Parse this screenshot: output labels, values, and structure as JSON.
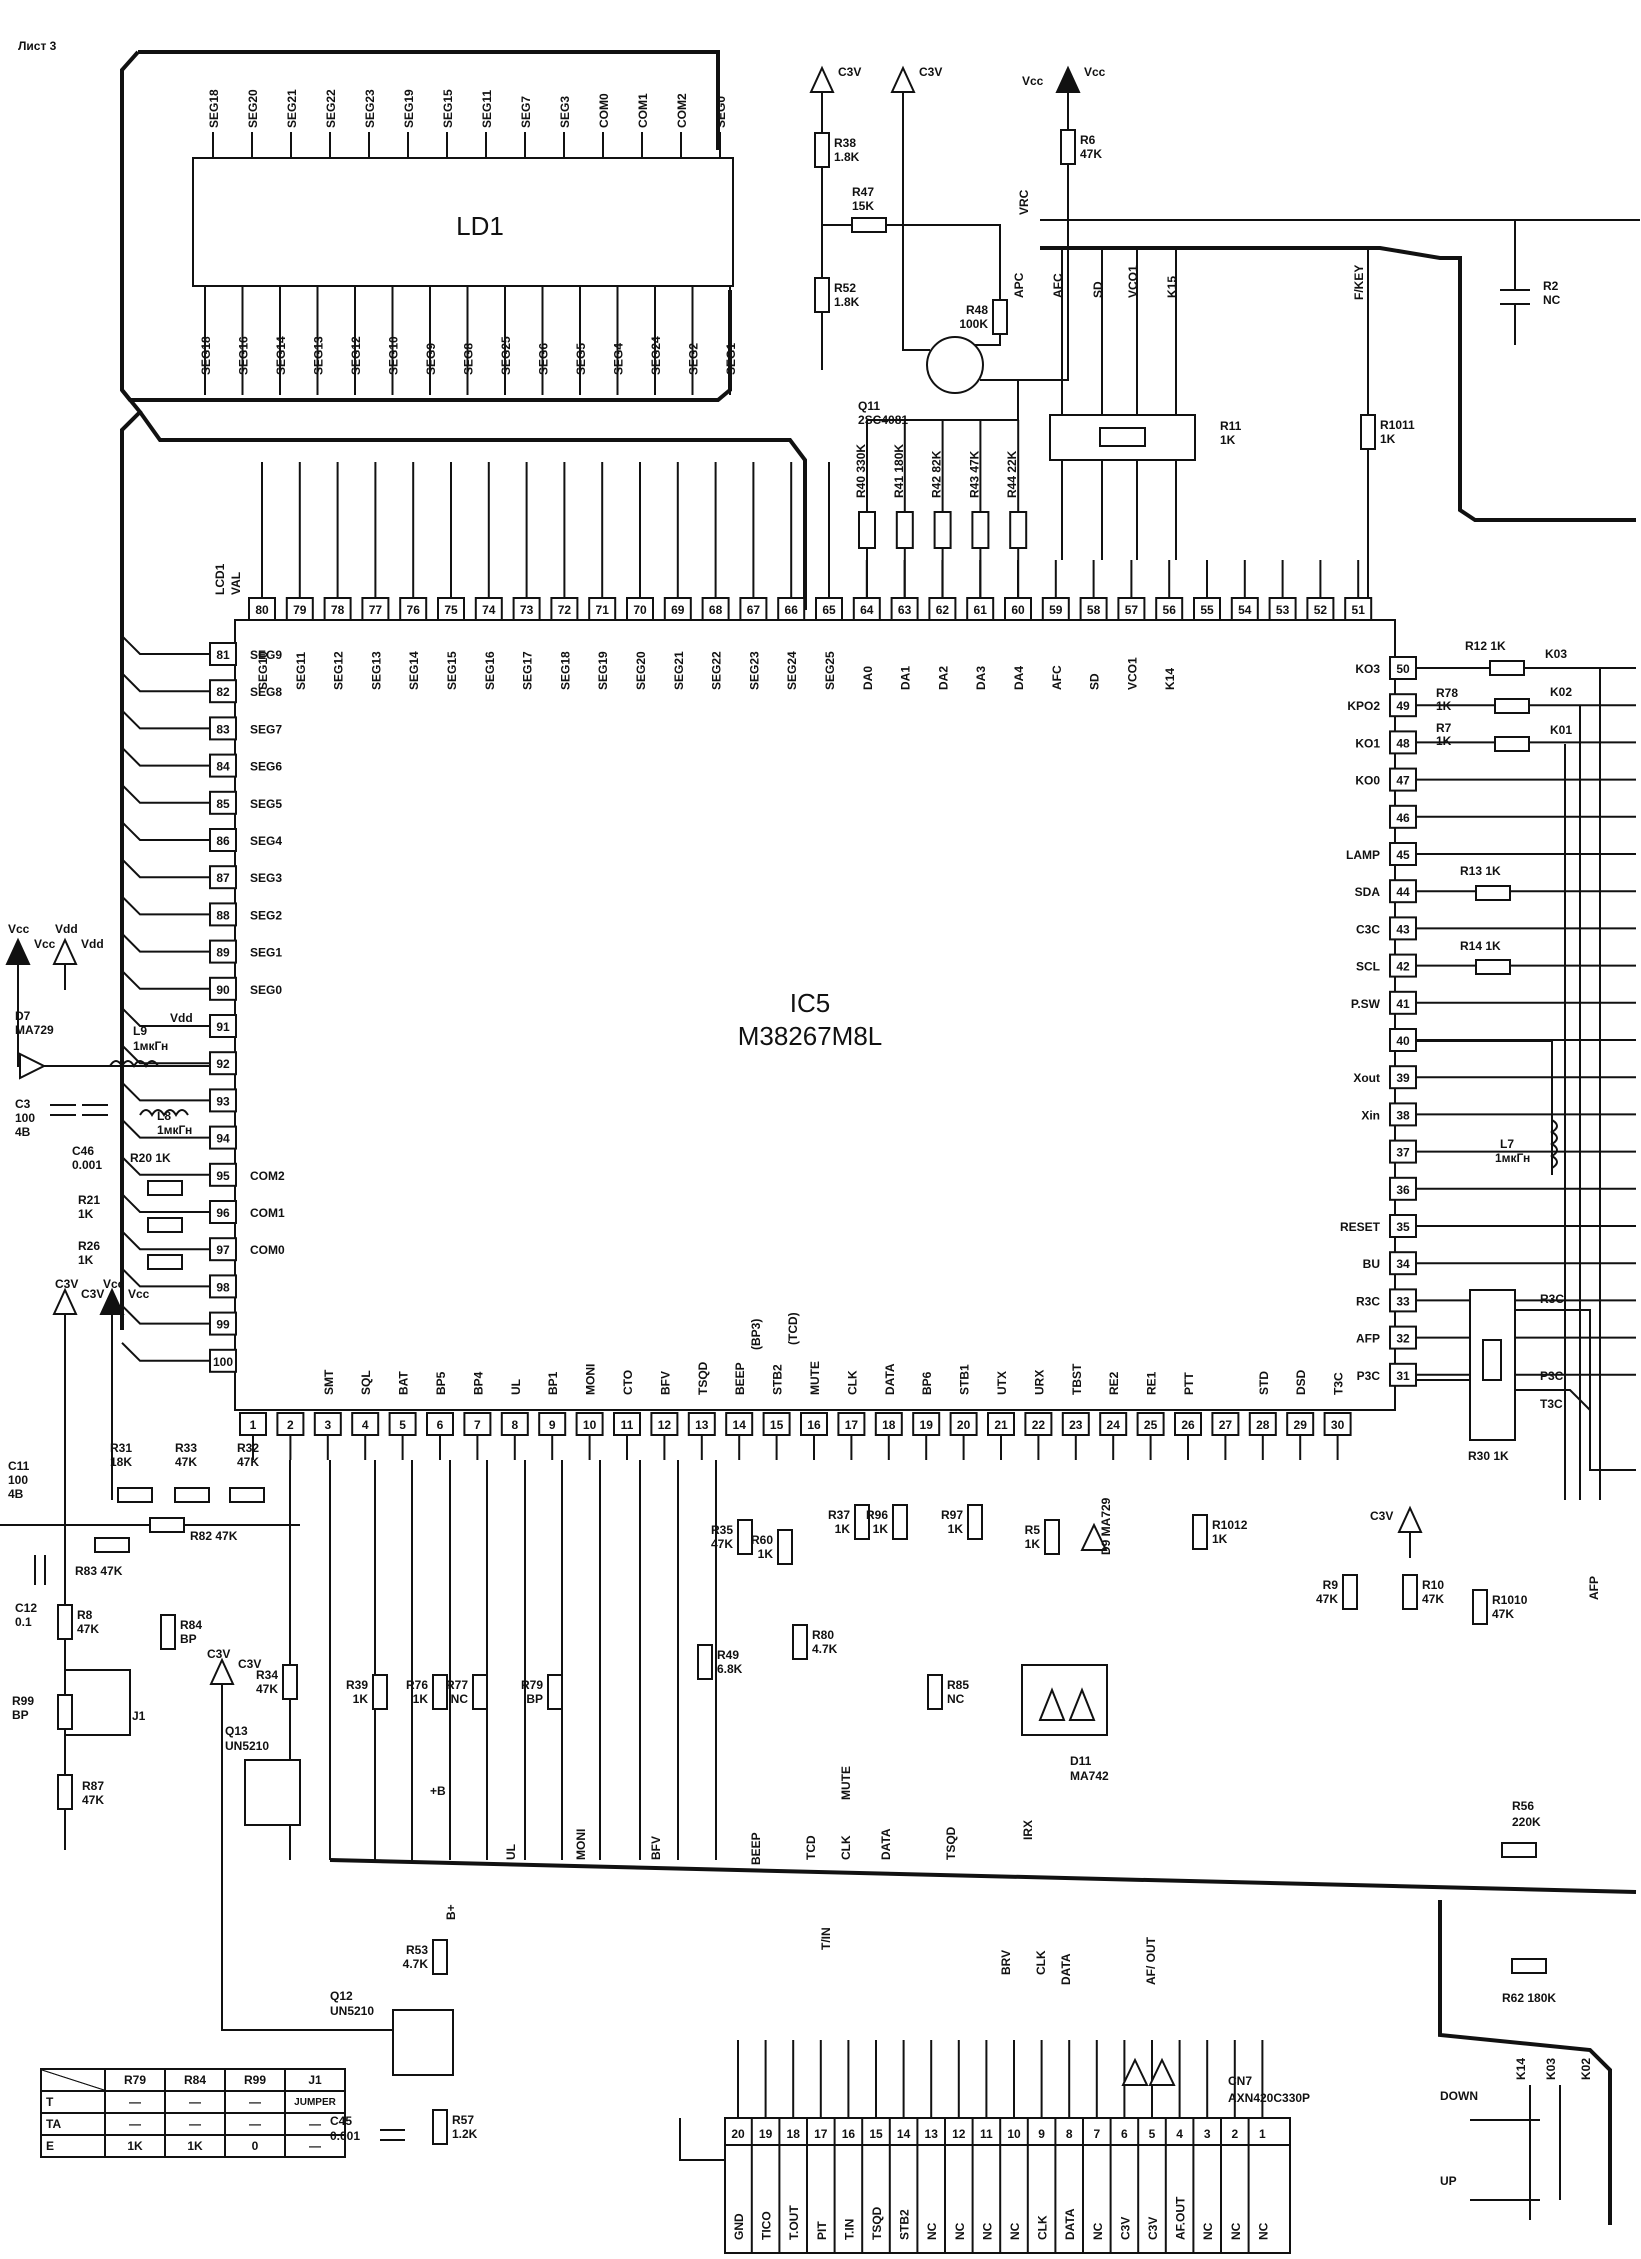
{
  "sheet": "Лист 3",
  "display": {
    "ref": "LD1",
    "top_pins": [
      "SEG18",
      "SEG20",
      "SEG21",
      "SEG22",
      "SEG23",
      "SEG19",
      "SEG15",
      "SEG11",
      "SEG7",
      "SEG3",
      "COM0",
      "COM1",
      "COM2",
      "SEG0"
    ],
    "bottom_pins": [
      "SEG18",
      "SEG16",
      "SEG14",
      "SEG13",
      "SEG12",
      "SEG10",
      "SEG9",
      "SEG8",
      "SEG25",
      "SEG6",
      "SEG5",
      "SEG4",
      "SEG24",
      "SEG2",
      "SEG1"
    ]
  },
  "ic": {
    "ref": "IC5",
    "part": "M38267M8L",
    "top_pins": [
      {
        "n": "80",
        "s": "SEG10"
      },
      {
        "n": "79",
        "s": "SEG11"
      },
      {
        "n": "78",
        "s": "SEG12"
      },
      {
        "n": "77",
        "s": "SEG13"
      },
      {
        "n": "76",
        "s": "SEG14"
      },
      {
        "n": "75",
        "s": "SEG15"
      },
      {
        "n": "74",
        "s": "SEG16"
      },
      {
        "n": "73",
        "s": "SEG17"
      },
      {
        "n": "72",
        "s": "SEG18"
      },
      {
        "n": "71",
        "s": "SEG19"
      },
      {
        "n": "70",
        "s": "SEG20"
      },
      {
        "n": "69",
        "s": "SEG21"
      },
      {
        "n": "68",
        "s": "SEG22"
      },
      {
        "n": "67",
        "s": "SEG23"
      },
      {
        "n": "66",
        "s": "SEG24"
      },
      {
        "n": "65",
        "s": "SEG25"
      },
      {
        "n": "64",
        "s": "DA0"
      },
      {
        "n": "63",
        "s": "DA1"
      },
      {
        "n": "62",
        "s": "DA2"
      },
      {
        "n": "61",
        "s": "DA3"
      },
      {
        "n": "60",
        "s": "DA4"
      },
      {
        "n": "59",
        "s": "AFC"
      },
      {
        "n": "58",
        "s": "SD"
      },
      {
        "n": "57",
        "s": "VCO1"
      },
      {
        "n": "56",
        "s": "K14"
      },
      {
        "n": "55",
        "s": ""
      },
      {
        "n": "54",
        "s": ""
      },
      {
        "n": "53",
        "s": ""
      },
      {
        "n": "52",
        "s": ""
      },
      {
        "n": "51",
        "s": ""
      }
    ],
    "left_pins": [
      {
        "n": "81",
        "s": "SEG9"
      },
      {
        "n": "82",
        "s": "SEG8"
      },
      {
        "n": "83",
        "s": "SEG7"
      },
      {
        "n": "84",
        "s": "SEG6"
      },
      {
        "n": "85",
        "s": "SEG5"
      },
      {
        "n": "86",
        "s": "SEG4"
      },
      {
        "n": "87",
        "s": "SEG3"
      },
      {
        "n": "88",
        "s": "SEG2"
      },
      {
        "n": "89",
        "s": "SEG1"
      },
      {
        "n": "90",
        "s": "SEG0"
      },
      {
        "n": "91",
        "s": ""
      },
      {
        "n": "92",
        "s": ""
      },
      {
        "n": "93",
        "s": ""
      },
      {
        "n": "94",
        "s": ""
      },
      {
        "n": "95",
        "s": "COM2"
      },
      {
        "n": "96",
        "s": "COM1"
      },
      {
        "n": "97",
        "s": "COM0"
      },
      {
        "n": "98",
        "s": ""
      },
      {
        "n": "99",
        "s": ""
      },
      {
        "n": "100",
        "s": ""
      }
    ],
    "right_pins": [
      {
        "n": "50",
        "s": "KO3"
      },
      {
        "n": "49",
        "s": "KPO2"
      },
      {
        "n": "48",
        "s": "KO1"
      },
      {
        "n": "47",
        "s": "KO0"
      },
      {
        "n": "46",
        "s": ""
      },
      {
        "n": "45",
        "s": "LAMP"
      },
      {
        "n": "44",
        "s": "SDA"
      },
      {
        "n": "43",
        "s": "C3C"
      },
      {
        "n": "42",
        "s": "SCL"
      },
      {
        "n": "41",
        "s": "P.SW"
      },
      {
        "n": "40",
        "s": ""
      },
      {
        "n": "39",
        "s": "Xout"
      },
      {
        "n": "38",
        "s": "Xin"
      },
      {
        "n": "37",
        "s": ""
      },
      {
        "n": "36",
        "s": ""
      },
      {
        "n": "35",
        "s": "RESET"
      },
      {
        "n": "34",
        "s": "BU"
      },
      {
        "n": "33",
        "s": "R3C"
      },
      {
        "n": "32",
        "s": "AFP"
      },
      {
        "n": "31",
        "s": "P3C"
      }
    ],
    "bottom_pins": [
      {
        "n": "1",
        "s": ""
      },
      {
        "n": "2",
        "s": ""
      },
      {
        "n": "3",
        "s": "SMT"
      },
      {
        "n": "4",
        "s": "SQL"
      },
      {
        "n": "5",
        "s": "BAT"
      },
      {
        "n": "6",
        "s": "BP5"
      },
      {
        "n": "7",
        "s": "BP4"
      },
      {
        "n": "8",
        "s": "UL"
      },
      {
        "n": "9",
        "s": "BP1"
      },
      {
        "n": "10",
        "s": "MONI"
      },
      {
        "n": "11",
        "s": "CTO"
      },
      {
        "n": "12",
        "s": "BFV"
      },
      {
        "n": "13",
        "s": "TSQD"
      },
      {
        "n": "14",
        "s": "BEEP"
      },
      {
        "n": "15",
        "s": "STB2"
      },
      {
        "n": "16",
        "s": "MUTE"
      },
      {
        "n": "17",
        "s": "CLK"
      },
      {
        "n": "18",
        "s": "DATA"
      },
      {
        "n": "19",
        "s": "BP6"
      },
      {
        "n": "20",
        "s": "STB1"
      },
      {
        "n": "21",
        "s": "UTX"
      },
      {
        "n": "22",
        "s": "URX"
      },
      {
        "n": "23",
        "s": "TBST"
      },
      {
        "n": "24",
        "s": "RE2"
      },
      {
        "n": "25",
        "s": "RE1"
      },
      {
        "n": "26",
        "s": "PTT"
      },
      {
        "n": "27",
        "s": ""
      },
      {
        "n": "28",
        "s": "STD"
      },
      {
        "n": "29",
        "s": "DSD"
      },
      {
        "n": "30",
        "s": "T3C"
      }
    ],
    "extra_labels": {
      "lcd1": "LCD1",
      "val": "VAL",
      "bp3": "(BP3)",
      "tcd": "(TCD)"
    }
  },
  "power": {
    "c3v": "C3V",
    "vcc": "Vcc",
    "vdd": "Vdd",
    "plus_b": "+B",
    "b_plus": "B+"
  },
  "components": [
    {
      "ref": "R38",
      "val": "1.8K"
    },
    {
      "ref": "R47",
      "val": "15K"
    },
    {
      "ref": "R52",
      "val": "1.8K"
    },
    {
      "ref": "R48",
      "val": "100K"
    },
    {
      "ref": "R6",
      "val": "47K"
    },
    {
      "ref": "Q11",
      "val": "2SC4081"
    },
    {
      "ref": "R2",
      "val": "NC"
    },
    {
      "ref": "R11",
      "val": "1K"
    },
    {
      "ref": "R1011",
      "val": "1K"
    },
    {
      "ref": "R40",
      "val": "330K"
    },
    {
      "ref": "R41",
      "val": "180K"
    },
    {
      "ref": "R42",
      "val": "82K"
    },
    {
      "ref": "R43",
      "val": "47K"
    },
    {
      "ref": "R44",
      "val": "22K"
    },
    {
      "ref": "R12",
      "val": "1K"
    },
    {
      "ref": "R78",
      "val": "1K"
    },
    {
      "ref": "R7",
      "val": "1K"
    },
    {
      "ref": "R13",
      "val": "1K"
    },
    {
      "ref": "R14",
      "val": "1K"
    },
    {
      "ref": "L7",
      "val": "1мкГн"
    },
    {
      "ref": "R30",
      "val": "1K"
    },
    {
      "ref": "D7",
      "val": "MA729"
    },
    {
      "ref": "L9",
      "val": "1мкГн"
    },
    {
      "ref": "L8",
      "val": "1мкГн"
    },
    {
      "ref": "C3",
      "val": "100 4В"
    },
    {
      "ref": "C46",
      "val": "0.001"
    },
    {
      "ref": "R20",
      "val": "1K"
    },
    {
      "ref": "R21",
      "val": "1K"
    },
    {
      "ref": "R26",
      "val": "1K"
    },
    {
      "ref": "C11",
      "val": "100 4В"
    },
    {
      "ref": "R31",
      "val": "18K"
    },
    {
      "ref": "R33",
      "val": "47K"
    },
    {
      "ref": "R32",
      "val": "47K"
    },
    {
      "ref": "R82",
      "val": "47K"
    },
    {
      "ref": "R83",
      "val": "47K"
    },
    {
      "ref": "C12",
      "val": "0.1"
    },
    {
      "ref": "R8",
      "val": "47K"
    },
    {
      "ref": "R84",
      "val": "BP"
    },
    {
      "ref": "R99",
      "val": "BP"
    },
    {
      "ref": "J1",
      "val": ""
    },
    {
      "ref": "R87",
      "val": "47K"
    },
    {
      "ref": "Q13",
      "val": "UN5210"
    },
    {
      "ref": "R34",
      "val": "47K"
    },
    {
      "ref": "R39",
      "val": "1K"
    },
    {
      "ref": "R76",
      "val": "1K"
    },
    {
      "ref": "R77",
      "val": "NC"
    },
    {
      "ref": "R79",
      "val": "BP"
    },
    {
      "ref": "R35",
      "val": "47K"
    },
    {
      "ref": "R60",
      "val": "1K"
    },
    {
      "ref": "R49",
      "val": "6.8K"
    },
    {
      "ref": "R80",
      "val": "4.7K"
    },
    {
      "ref": "R37",
      "val": "1K"
    },
    {
      "ref": "R96",
      "val": "1K"
    },
    {
      "ref": "R97",
      "val": "1K"
    },
    {
      "ref": "R85",
      "val": "NC"
    },
    {
      "ref": "R5",
      "val": "1K"
    },
    {
      "ref": "D9",
      "val": "MA729"
    },
    {
      "ref": "D11",
      "val": "MA742"
    },
    {
      "ref": "R1012",
      "val": "1K"
    },
    {
      "ref": "R9",
      "val": "47K"
    },
    {
      "ref": "R10",
      "val": "47K"
    },
    {
      "ref": "R1010",
      "val": "47K"
    },
    {
      "ref": "R56",
      "val": "220K"
    },
    {
      "ref": "R62",
      "val": "180K"
    },
    {
      "ref": "R53",
      "val": "4.7K"
    },
    {
      "ref": "Q12",
      "val": "UN5210"
    },
    {
      "ref": "C45",
      "val": "0.001"
    },
    {
      "ref": "R57",
      "val": "1.2K"
    }
  ],
  "net_labels": {
    "vrc": "VRC",
    "apc": "APC",
    "afc": "AFC",
    "sd": "SD",
    "vco1": "VCO1",
    "k15": "K15",
    "fkey": "F/KEY",
    "k03": "K03",
    "k02": "K02",
    "k01": "K01",
    "r3c": "R3C",
    "p3c": "P3C",
    "t3c": "T3C",
    "afp": "AFP",
    "ul": "UL",
    "moni": "MONI",
    "bfv": "BFV",
    "beep": "BEEP",
    "tcd": "TCD",
    "clk": "CLK",
    "data": "DATA",
    "mute": "MUTE",
    "tsqd": "TSQD",
    "irx": "IRX",
    "tin": "T/IN",
    "brv": "BRV",
    "afout": "AF/ OUT"
  },
  "connector": {
    "ref": "CN7",
    "part": "AXN420C330P",
    "pins": [
      {
        "n": "20",
        "s": "GND"
      },
      {
        "n": "19",
        "s": "TICO"
      },
      {
        "n": "18",
        "s": "T.OUT"
      },
      {
        "n": "17",
        "s": "PIT"
      },
      {
        "n": "16",
        "s": "T.IN"
      },
      {
        "n": "15",
        "s": "TSQD"
      },
      {
        "n": "14",
        "s": "STB2"
      },
      {
        "n": "13",
        "s": "NC"
      },
      {
        "n": "12",
        "s": "NC"
      },
      {
        "n": "11",
        "s": "NC"
      },
      {
        "n": "10",
        "s": "NC"
      },
      {
        "n": "9",
        "s": "CLK"
      },
      {
        "n": "8",
        "s": "DATA"
      },
      {
        "n": "7",
        "s": "NC"
      },
      {
        "n": "6",
        "s": "C3V"
      },
      {
        "n": "5",
        "s": "C3V"
      },
      {
        "n": "4",
        "s": "AF.OUT"
      },
      {
        "n": "3",
        "s": "NC"
      },
      {
        "n": "2",
        "s": "NC"
      },
      {
        "n": "1",
        "s": "NC"
      }
    ]
  },
  "keys": {
    "down": "DOWN",
    "up": "UP",
    "k14": "K14",
    "k03": "K03",
    "k02": "K02"
  },
  "jumper_table": {
    "header": [
      "",
      "R79",
      "R84",
      "R99",
      "J1"
    ],
    "rows": [
      [
        "T",
        "—",
        "—",
        "—",
        "JUMPER"
      ],
      [
        "TA",
        "—",
        "—",
        "—",
        "—"
      ],
      [
        "E",
        "1K",
        "1K",
        "0",
        "—"
      ]
    ]
  }
}
